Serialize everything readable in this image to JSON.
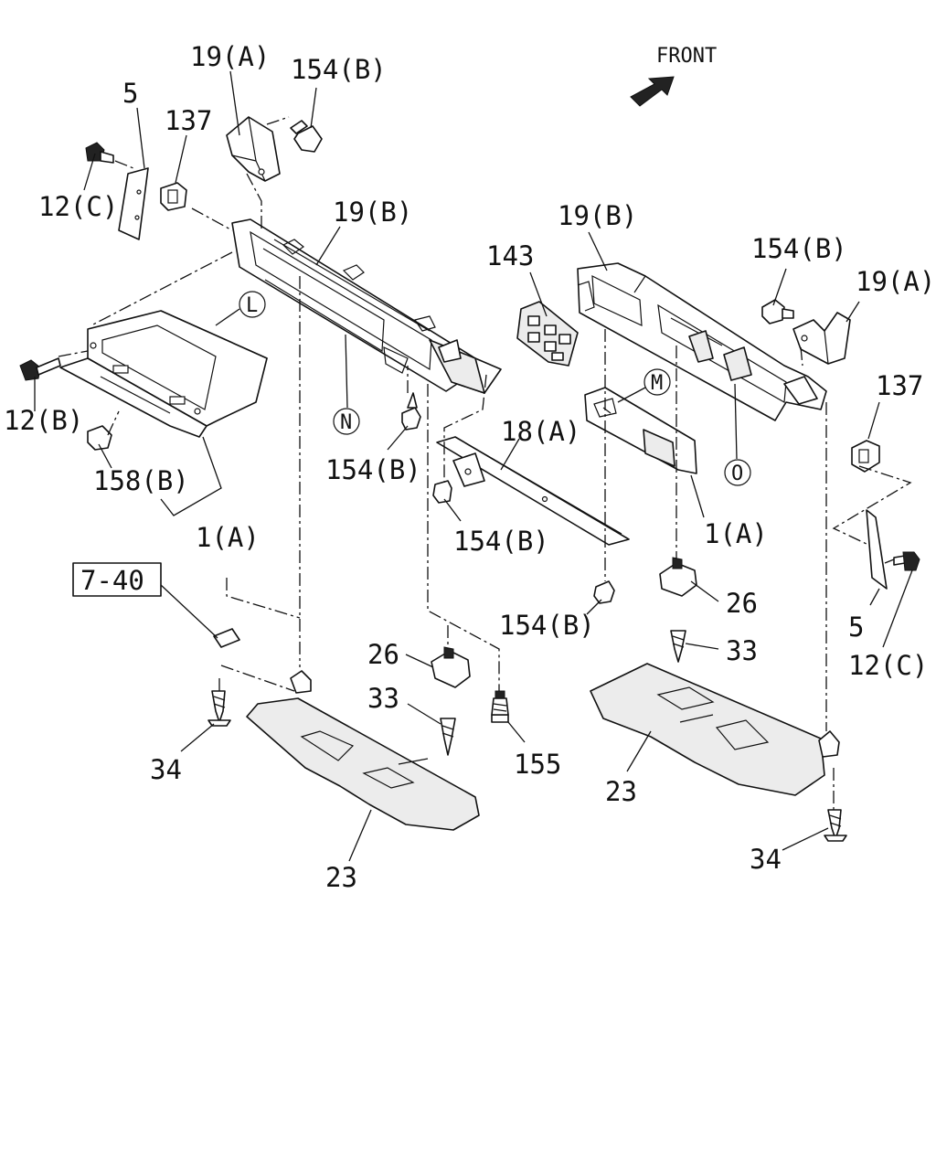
{
  "front_label": "FRONT",
  "ref_box": "7-40",
  "callouts": {
    "c_19A_left": "19(A)",
    "c_154B_top_left": "154(B)",
    "c_5_left": "5",
    "c_137_left": "137",
    "c_12C_left": "12(C)",
    "c_19B_left": "19(B)",
    "c_L": "L",
    "c_12B": "12(B)",
    "c_158B": "158(B)",
    "c_1A_left": "1(A)",
    "c_N": "N",
    "c_154B_mid_left": "154(B)",
    "c_143": "143",
    "c_19B_right": "19(B)",
    "c_154B_top_right": "154(B)",
    "c_19A_right": "19(A)",
    "c_M": "M",
    "c_O": "O",
    "c_137_right": "137",
    "c_18A": "18(A)",
    "c_154B_mid": "154(B)",
    "c_1A_right": "1(A)",
    "c_154B_lower": "154(B)",
    "c_26_right": "26",
    "c_33_right": "33",
    "c_5_right": "5",
    "c_12C_right": "12(C)",
    "c_26_center": "26",
    "c_33_center": "33",
    "c_155": "155",
    "c_34_left": "34",
    "c_23_left": "23",
    "c_23_right": "23",
    "c_34_right": "34"
  }
}
